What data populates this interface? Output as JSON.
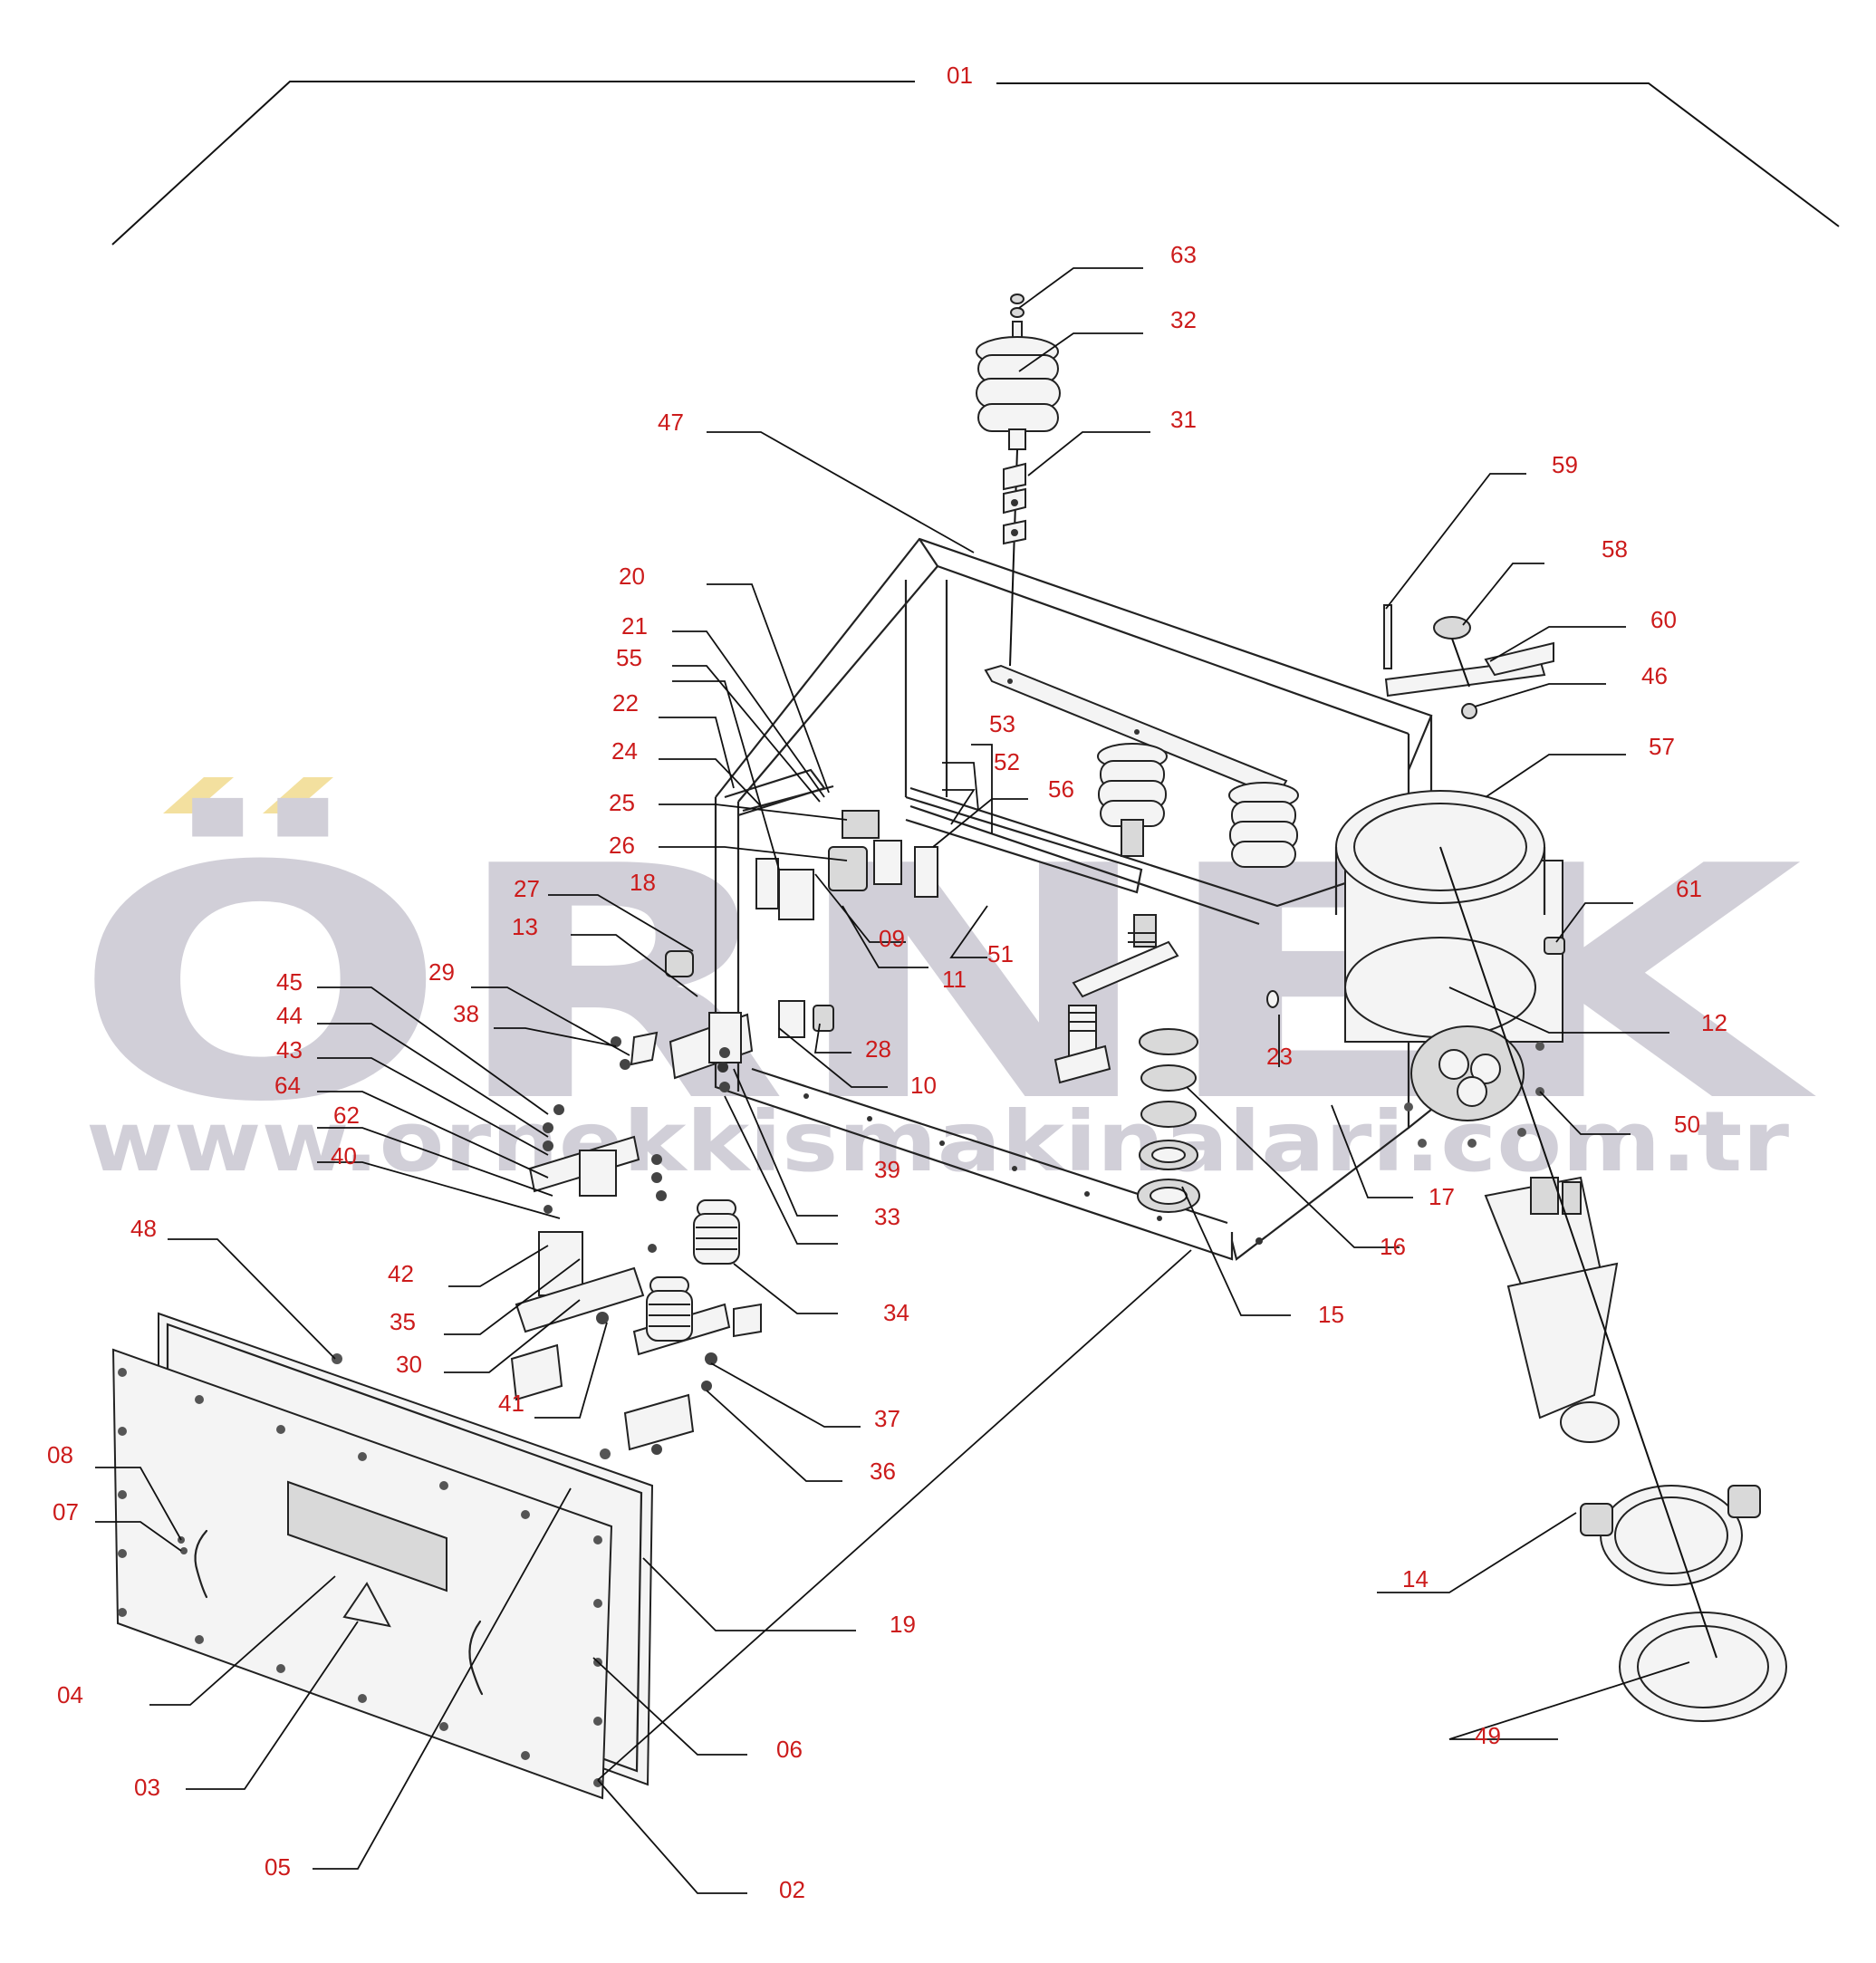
{
  "watermark": {
    "brand": "ÖRNEK",
    "url": "www.ornekkismakinalari.com.tr",
    "colors": {
      "text": "#cfcdd6",
      "accent": "#f3df9a"
    }
  },
  "label_color": "#cc1b1b",
  "labels": {
    "n01": "01",
    "n02": "02",
    "n03": "03",
    "n04": "04",
    "n05": "05",
    "n06": "06",
    "n07": "07",
    "n08": "08",
    "n09": "09",
    "n10": "10",
    "n11": "11",
    "n12": "12",
    "n13": "13",
    "n14": "14",
    "n15": "15",
    "n16": "16",
    "n17": "17",
    "n18": "18",
    "n19": "19",
    "n20": "20",
    "n21": "21",
    "n22": "22",
    "n23": "23",
    "n24": "24",
    "n25": "25",
    "n26": "26",
    "n27": "27",
    "n28": "28",
    "n29": "29",
    "n30": "30",
    "n31": "31",
    "n32": "32",
    "n33": "33",
    "n34": "34",
    "n35": "35",
    "n36": "36",
    "n37": "37",
    "n38": "38",
    "n39": "39",
    "n40": "40",
    "n41": "41",
    "n42": "42",
    "n43": "43",
    "n44": "44",
    "n45": "45",
    "n46": "46",
    "n47": "47",
    "n48": "48",
    "n49": "49",
    "n50": "50",
    "n51": "51",
    "n52": "52",
    "n53": "53",
    "n55": "55",
    "n56": "56",
    "n57": "57",
    "n58": "58",
    "n59": "59",
    "n60": "60",
    "n61": "61",
    "n62": "62",
    "n63": "63",
    "n64": "64"
  }
}
